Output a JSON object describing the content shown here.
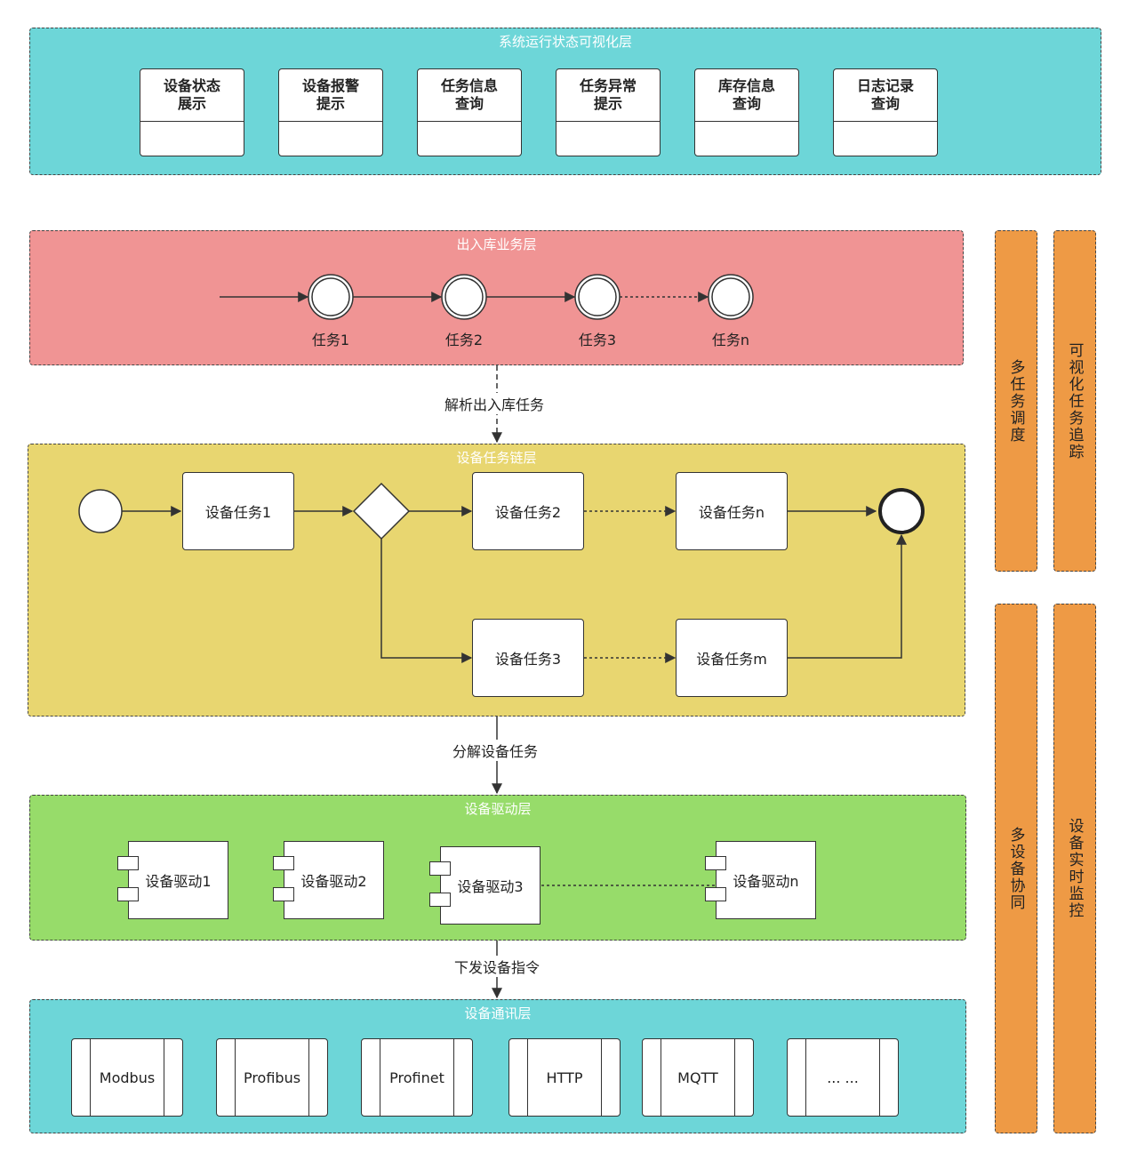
{
  "visual_layer": {
    "title": "系统运行状态可视化层",
    "cards": [
      {
        "line1": "设备状态",
        "line2": "展示"
      },
      {
        "line1": "设备报警",
        "line2": "提示"
      },
      {
        "line1": "任务信息",
        "line2": "查询"
      },
      {
        "line1": "任务异常",
        "line2": "提示"
      },
      {
        "line1": "库存信息",
        "line2": "查询"
      },
      {
        "line1": "日志记录",
        "line2": "查询"
      }
    ]
  },
  "business_layer": {
    "title": "出入库业务层",
    "tasks": [
      "任务1",
      "任务2",
      "任务3",
      "任务n"
    ]
  },
  "edge_parse": "解析出入库任务",
  "task_chain_layer": {
    "title": "设备任务链层",
    "tasks": [
      "设备任务1",
      "设备任务2",
      "设备任务n",
      "设备任务3",
      "设备任务m"
    ]
  },
  "edge_decompose": "分解设备任务",
  "driver_layer": {
    "title": "设备驱动层",
    "drivers": [
      "设备驱动1",
      "设备驱动2",
      "设备驱动3",
      "设备驱动n"
    ]
  },
  "edge_command": "下发设备指令",
  "comm_layer": {
    "title": "设备通讯层",
    "protocols": [
      "Modbus",
      "Profibus",
      "Profinet",
      "HTTP",
      "MQTT",
      "... ..."
    ]
  },
  "side_bars": [
    "多任务调度",
    "可视化任务追踪",
    "多设备协同",
    "设备实时监控"
  ],
  "colors": {
    "cyan": "#6dd6d8",
    "red": "#f09494",
    "yellow": "#e8d670",
    "green": "#97dc6a",
    "orange": "#ee9a45"
  }
}
